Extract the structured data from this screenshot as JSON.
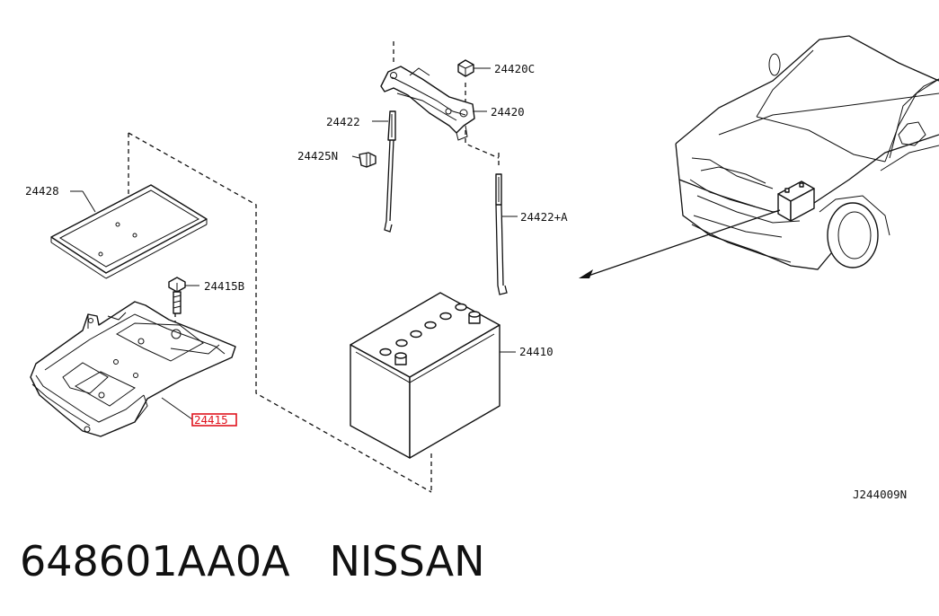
{
  "diagram": {
    "callouts": {
      "tray_cover": "24428",
      "bolt": "24415B",
      "tray": "24415",
      "nut": "24420C",
      "frame": "24420",
      "rod_left": "24422",
      "clip": "24425N",
      "rod_right": "24422+A",
      "battery": "24410"
    },
    "figure_code": "J244009N",
    "highlight_color": "#e0141e"
  },
  "caption": {
    "part_number": "648601AA0A",
    "brand": "NISSAN"
  }
}
